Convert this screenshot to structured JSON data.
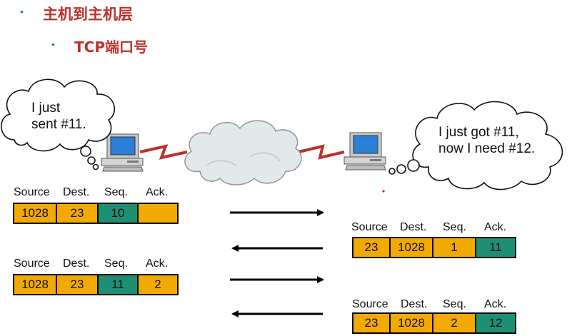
{
  "slide": {
    "heading1": "主机到主机层",
    "heading2": "TCP端口号"
  },
  "bubbles": {
    "left": "I just\nsent #11.",
    "right": "I just got #11,\nnow I need #12."
  },
  "field_headers": [
    "Source",
    "Dest.",
    "Seq.",
    "Ack."
  ],
  "segments": [
    {
      "source": "1028",
      "dest": "23",
      "seq": "10",
      "ack": ""
    },
    {
      "source": "23",
      "dest": "1028",
      "seq": "1",
      "ack": "11"
    },
    {
      "source": "1028",
      "dest": "23",
      "seq": "11",
      "ack": "2"
    },
    {
      "source": "23",
      "dest": "1028",
      "seq": "2",
      "ack": "12"
    }
  ],
  "colors": {
    "field_fill": "#f2a900",
    "highlight_fill": "#1f8f73",
    "heading": "#c0302b",
    "bullet": "#2f7fa6",
    "link": "#c0302b"
  }
}
